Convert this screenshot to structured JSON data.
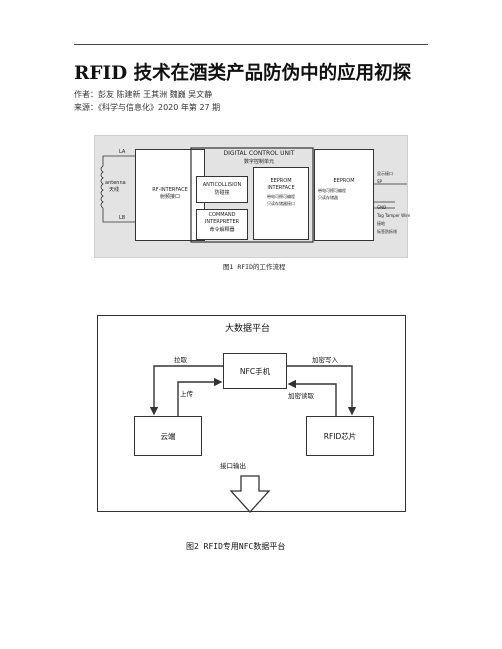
{
  "article": {
    "title": "RFID 技术在酒类产品防伪中的应用初探",
    "authors": "作者：彭友 陈建新 王其洲 魏巍 吴文静",
    "source": "来源：《科学与信息化》2020 年第 27 期"
  },
  "figure1": {
    "caption": "图1  RFID的工作流程",
    "la": "LA",
    "lb": "LB",
    "antenna_en": "antenna",
    "antenna_zh": "天线",
    "rf_en": "RF-INTERFACE",
    "rf_zh": "射频接口",
    "dcu_en": "DIGITAL CONTROL UNIT",
    "dcu_zh": "数字控制单元",
    "anti_en": "ANTICOLLISION",
    "anti_zh": "防碰撞",
    "cmd_en1": "COMMAND",
    "cmd_en2": "INTERPRETER",
    "cmd_zh": "命令解释器",
    "eei_en1": "EEPROM",
    "eei_en2": "INTERFACE",
    "eei_zh1": "带电可擦可编程",
    "eei_zh2": "只读存储器接口",
    "ee_en": "EEPROM",
    "ee_zh1": "带电可擦可编程",
    "ee_zh2": "只读存储器",
    "pin1": "显示接口",
    "pin2": "SP",
    "pin3": "GND",
    "pin4": "Tag Tamper Wire",
    "pin5": "接地",
    "pin6": "标签防拆线"
  },
  "figure2": {
    "caption": "图2  RFID专用NFC数据平台",
    "platform": "大数据平台",
    "nfc": "NFC手机",
    "cloud": "云端",
    "rfid": "RFID芯片",
    "pull": "拉取",
    "upload": "上传",
    "encrypt_write": "加密写入",
    "encrypt_read": "加密读取",
    "interface_out": "接口输出"
  }
}
